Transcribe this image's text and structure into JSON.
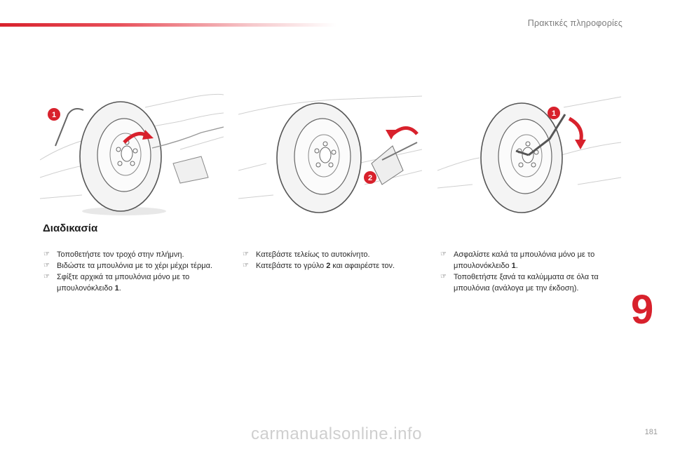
{
  "header": {
    "chapter_title": "Πρακτικές πληροφορίες"
  },
  "illustrations": [
    {
      "callout": "1"
    },
    {
      "callout": "2"
    },
    {
      "callout": "1"
    }
  ],
  "section": {
    "title": "Διαδικασία"
  },
  "columns": [
    {
      "steps": [
        {
          "text": "Τοποθετήστε τον τροχό στην πλήμνη."
        },
        {
          "text": "Βιδώστε τα μπουλόνια με το χέρι μέχρι τέρμα."
        },
        {
          "text": "Σφίξτε αρχικά τα μπουλόνια μόνο με το μπουλονόκλειδο ",
          "bold": "1",
          "after": "."
        }
      ]
    },
    {
      "steps": [
        {
          "text": "Κατεβάστε τελείως το αυτοκίνητο."
        },
        {
          "text": "Κατεβάστε το γρύλο ",
          "bold": "2",
          "after": " και αφαιρέστε τον."
        }
      ]
    },
    {
      "steps": [
        {
          "text": "Ασφαλίστε καλά τα μπουλόνια μόνο με το μπουλονόκλειδο ",
          "bold": "1",
          "after": "."
        },
        {
          "text": "Τοποθετήστε ξανά τα καλύμματα σε όλα τα μπουλόνια (ανάλογα με την έκδοση)."
        }
      ]
    }
  ],
  "chapter_number": "9",
  "page_number": "181",
  "watermark": "carmanualsonline.info",
  "colors": {
    "accent": "#d8212c",
    "text": "#2a2a2a",
    "muted": "#7d7d7d"
  },
  "bullet_icon": "pointing-hand-icon"
}
